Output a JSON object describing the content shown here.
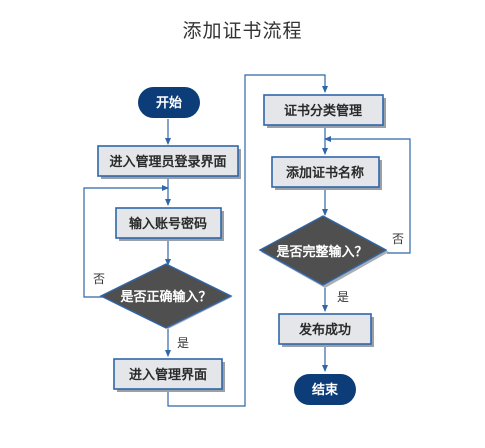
{
  "title": "添加证书流程",
  "nodes": {
    "start": "开始",
    "enter_login": "进入管理员登录界面",
    "input_account": "输入账号密码",
    "check_correct": "是否正确输入？",
    "enter_manage": "进入管理界面",
    "category_manage": "证书分类管理",
    "add_cert_name": "添加证书名称",
    "check_complete": "是否完整输入？",
    "publish_success": "发布成功",
    "end": "结束"
  },
  "edges": {
    "yes_left": "是",
    "no_left": "否",
    "yes_right": "是",
    "no_right": "否"
  },
  "colors": {
    "terminal": "#0d3d78",
    "box_fill": "#e4e6ea",
    "border": "#2f66a8",
    "diamond": "#4f4f4f"
  }
}
